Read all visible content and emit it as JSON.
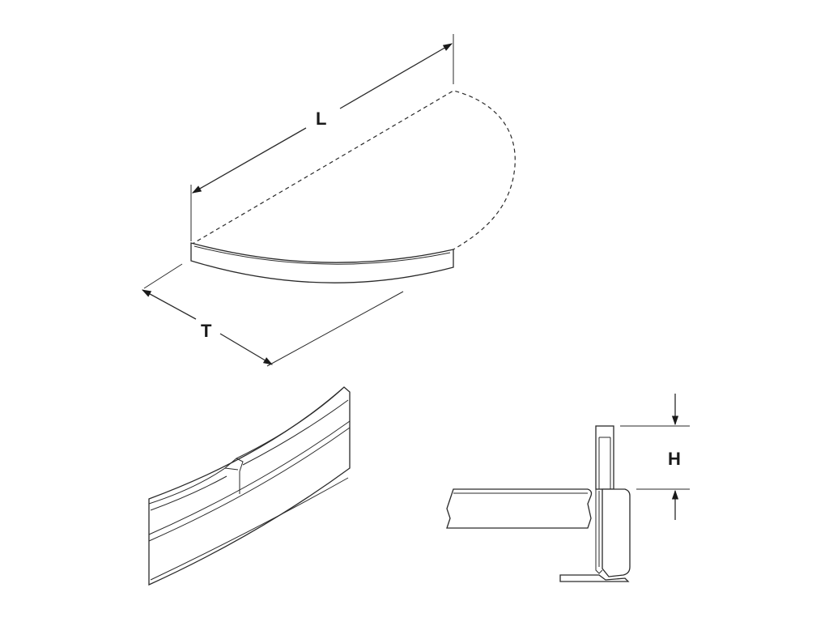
{
  "dimensions": {
    "length_label": "L",
    "thickness_label": "T",
    "height_label": "H"
  }
}
